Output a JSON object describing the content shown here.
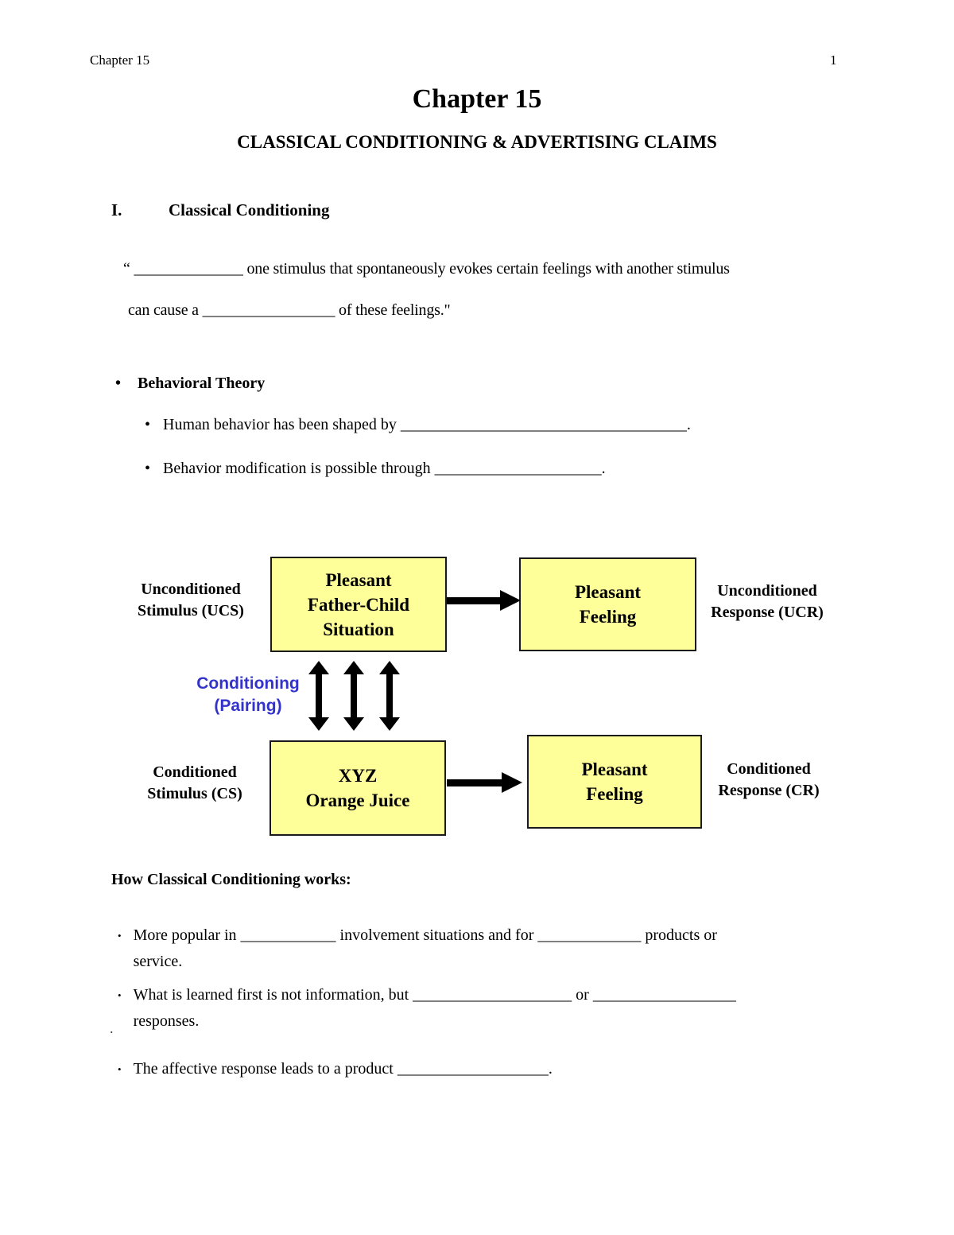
{
  "header": {
    "left": "Chapter 15",
    "page_number": "1"
  },
  "title": {
    "main": "Chapter 15",
    "subtitle": "CLASSICAL CONDITIONING & ADVERTISING CLAIMS"
  },
  "section": {
    "numeral": "I.",
    "label": "Classical Conditioning"
  },
  "quote": {
    "line1": "“ ______________ one stimulus that spontaneously evokes certain feelings with another stimulus",
    "line2": "can cause a _________________ of these feelings.\""
  },
  "behavioral": {
    "bullet": "•",
    "heading": "Behavioral Theory",
    "items": [
      {
        "text": "Human behavior has been shaped by ____________________________________."
      },
      {
        "text": "Behavior modification is possible through _____________________."
      }
    ]
  },
  "diagram": {
    "labels": {
      "ucs": {
        "line1": "Unconditioned",
        "line2": "Stimulus (UCS)"
      },
      "ucr": {
        "line1": "Unconditioned",
        "line2": "Response (UCR)"
      },
      "cs": {
        "line1": "Conditioned",
        "line2": "Stimulus (CS)"
      },
      "cr": {
        "line1": "Conditioned",
        "line2": "Response (CR)"
      }
    },
    "boxes": {
      "ucs": {
        "lines": [
          "Pleasant",
          "Father-Child",
          "Situation"
        ]
      },
      "ucr": {
        "lines": [
          "Pleasant",
          "Feeling"
        ]
      },
      "cs": {
        "lines": [
          "XYZ",
          "Orange Juice"
        ]
      },
      "cr": {
        "lines": [
          "Pleasant",
          "Feeling"
        ]
      }
    },
    "conditioning": {
      "line1": "Conditioning",
      "line2": "(Pairing)"
    },
    "colors": {
      "box_fill": "#FFFF99",
      "box_border": "#1a1a1a",
      "conditioning_text": "#3333CC",
      "arrow": "#000000"
    }
  },
  "how": {
    "heading": "How Classical Conditioning works:",
    "bullet": "•",
    "stray": ".",
    "items": [
      {
        "line1": "More popular in ____________ involvement situations and for _____________ products or",
        "line2": "service."
      },
      {
        "line1": "What is learned first is not information, but ____________________ or  __________________",
        "line2": "responses."
      },
      {
        "line1": "The affective response leads to a product ___________________.",
        "line2": ""
      }
    ]
  }
}
